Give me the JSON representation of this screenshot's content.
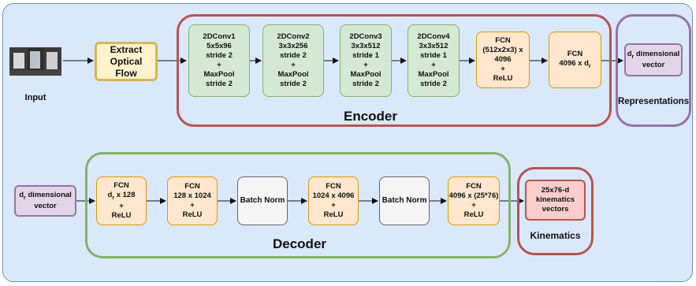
{
  "input": {
    "label": "Input"
  },
  "extract": {
    "label": "Extract\nOptical\nFlow"
  },
  "encoder": {
    "title": "Encoder",
    "blocks": [
      "2DConv1\n5x5x96\nstride 2\n+\nMaxPool\nstride 2",
      "2DConv2\n3x3x256\nstride 2\n+\nMaxPool\nstride 2",
      "2DConv3\n3x3x512\nstride 1\n+\nMaxPool\nstride 2",
      "2DConv4\n3x3x512\nstride 1\n+\nMaxPool\nstride 2"
    ],
    "fcn1": "FCN\n(512x2x3) x\n4096\n+\nReLU",
    "fcn2_prefix": "FCN\n4096 x d",
    "fcn2_sub": "r"
  },
  "representations": {
    "title": "Representations",
    "box_prefix": "d",
    "box_sub": "r",
    "box_suffix": " dimensional\nvector"
  },
  "decoder": {
    "title": "Decoder",
    "input_prefix": "d",
    "input_sub": "r",
    "input_suffix": " dimensional\nvector",
    "fcn1_line1": "FCN",
    "fcn1_prefix": "d",
    "fcn1_sub": "r",
    "fcn1_suffix": " x 128\n+\nReLU",
    "fcn2": "FCN\n128 x 1024\n+\nReLU",
    "bn1": "Batch Norm",
    "fcn3": "FCN\n1024 x 4096\n+\nReLU",
    "bn2": "Batch Norm",
    "fcn4": "FCN\n4096 x (25*76)\n+\nReLU"
  },
  "kinematics": {
    "title": "Kinematics",
    "box": "25x76-d\nkinematics\nvectors"
  },
  "colors": {
    "canvas": "#dae8fc",
    "encoder_border": "#b85450",
    "decoder_border": "#82b366",
    "representation_border": "#9673a6"
  }
}
